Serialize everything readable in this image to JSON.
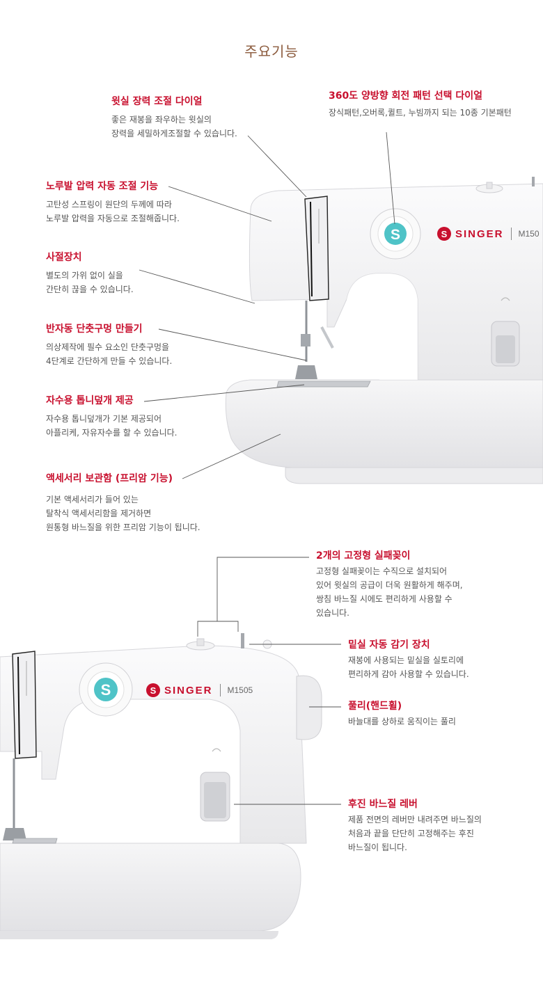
{
  "page_title": "주요기능",
  "top_features": [
    {
      "title": "윗실 장력 조절 다이얼",
      "desc": "좋은 재봉을  좌우하는 윗실의\n장력을 세밀하게조절할 수 있습니다."
    },
    {
      "title": "360도 양방향 회전 패턴 선택 다이얼",
      "desc": "장식패턴,오버록,퀼트, 누빔까지 되는 10종 기본패턴"
    },
    {
      "title": "노루발 압력 자동 조절 기능",
      "desc": "고탄성 스프링이 원단의 두께에 따라\n노루발 압력을 자동으로 조절해줍니다."
    },
    {
      "title": "사절장치",
      "desc": "별도의 가위 없이 실을\n간단히 끊을 수 있습니다."
    },
    {
      "title": "반자동 단춧구멍 만들기",
      "desc": "의상제작에 필수 요소인 단춧구멍을\n4단계로 간단하게 만들 수 있습니다."
    },
    {
      "title": "자수용 톱니덮개 제공",
      "desc": "자수용 톱니덮개가 기본 제공되어\n아플리케, 자유자수를 할 수 있습니다."
    },
    {
      "title": "액세서리 보관함 (프리암 기능)",
      "desc": "기본 액세서리가 들어 있는\n탈착식 액세서리함을 제거하면\n원통형 바느질을 위한 프리암 기능이 됩니다."
    }
  ],
  "bottom_features": [
    {
      "title": "2개의 고정형 실패꽂이",
      "desc": "고정형 실패꽂이는 수직으로 설치되어\n있어 윗실의 공급이 더욱 원활하게 해주며,\n쌍침 바느질 시에도 편리하게 사용할 수\n있습니다."
    },
    {
      "title": "밑실 자동 감기 장치",
      "desc": "재봉에 사용되는 밑실을 실토리에\n편리하게 감아 사용할 수 있습니다."
    },
    {
      "title": "풀리(핸드휠)",
      "desc": "바늘대를 상하로 움직이는 풀리"
    },
    {
      "title": "후진 바느질 레버",
      "desc": "제품 전면의 레버만 내려주면 바느질의\n처음과 끝을 단단히 고정해주는 후진\n바느질이 됩니다."
    }
  ],
  "machine_top": {
    "brand_logo": "S",
    "brand": "SINGER",
    "model": "M150",
    "dial_letter": "S"
  },
  "machine_bottom": {
    "brand_logo": "S",
    "brand": "SINGER",
    "model": "M1505",
    "dial_letter": "S"
  },
  "colors": {
    "accent": "#c8102e",
    "title": "#8b5a3c",
    "dial": "#4fc3c7",
    "body": "#f4f4f5"
  }
}
